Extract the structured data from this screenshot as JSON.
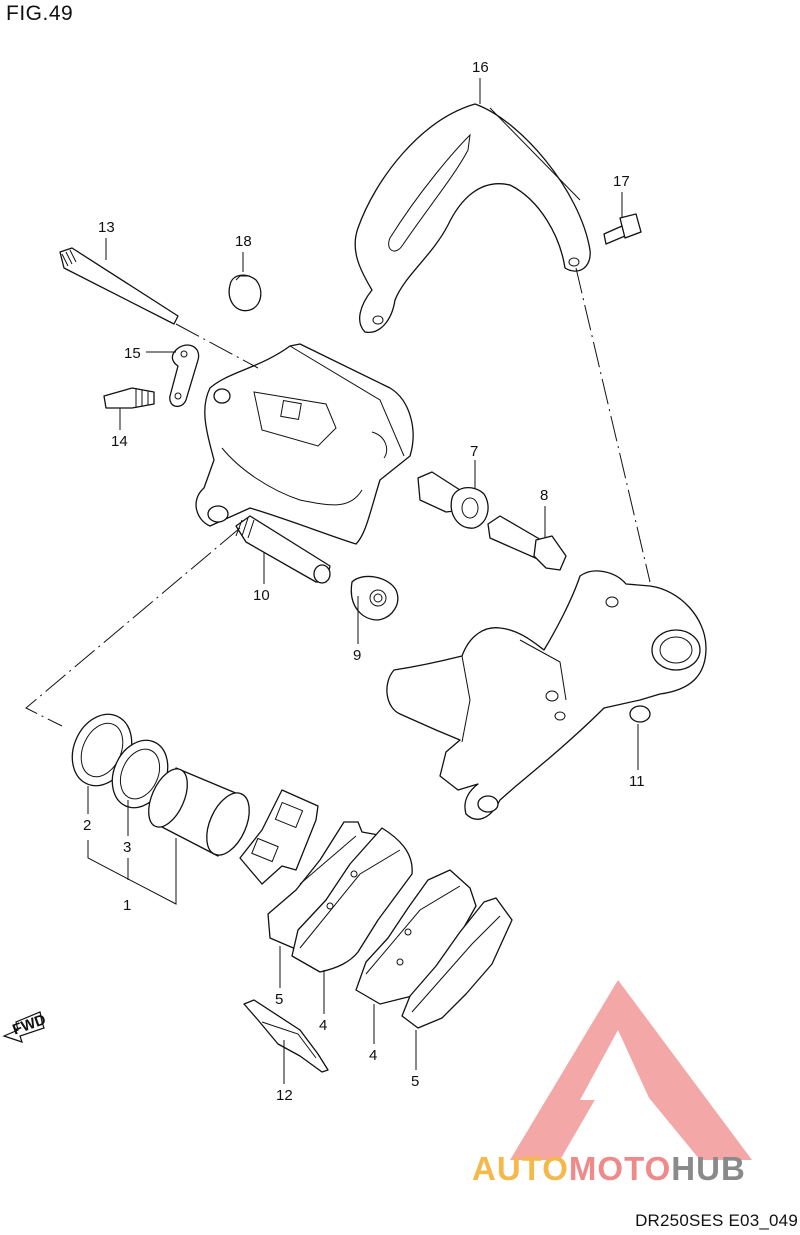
{
  "figure": {
    "title": "FIG.49",
    "code": "DR250SES E03_049"
  },
  "watermark": {
    "text_a": "AUTO",
    "text_b": "MOTO",
    "text_c": "HUB",
    "color_a": "#f5b84a",
    "color_b": "#f08a8a",
    "color_c": "#8a8a8a",
    "icon": "triangle-logo-icon"
  },
  "direction": {
    "label": "FWD",
    "icon": "fwd-arrow-icon"
  },
  "callouts": {
    "c1": "1",
    "c2": "2",
    "c3": "3",
    "c4a": "4",
    "c4b": "4",
    "c5a": "5",
    "c5b": "5",
    "c7": "7",
    "c8": "8",
    "c9": "9",
    "c10": "10",
    "c11": "11",
    "c12": "12",
    "c13": "13",
    "c14": "14",
    "c15": "15",
    "c16": "16",
    "c17": "17",
    "c18": "18"
  }
}
